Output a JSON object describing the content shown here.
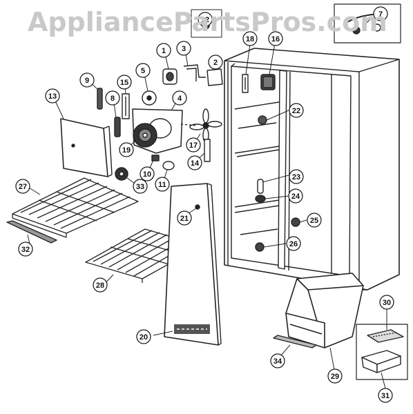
{
  "watermark": "AppliancePartsPros.com",
  "callouts": [
    {
      "id": "c1",
      "label": "1"
    },
    {
      "id": "c2",
      "label": "2"
    },
    {
      "id": "c3",
      "label": "3"
    },
    {
      "id": "c4",
      "label": "4"
    },
    {
      "id": "c5",
      "label": "5"
    },
    {
      "id": "c7",
      "label": "7"
    },
    {
      "id": "c8",
      "label": "8"
    },
    {
      "id": "c9",
      "label": "9"
    },
    {
      "id": "c10",
      "label": "10"
    },
    {
      "id": "c11",
      "label": "11"
    },
    {
      "id": "c12",
      "label": "12"
    },
    {
      "id": "c13",
      "label": "13"
    },
    {
      "id": "c14",
      "label": "14"
    },
    {
      "id": "c15",
      "label": "15"
    },
    {
      "id": "c16",
      "label": "16"
    },
    {
      "id": "c17",
      "label": "17"
    },
    {
      "id": "c18",
      "label": "18"
    },
    {
      "id": "c19",
      "label": "19"
    },
    {
      "id": "c20",
      "label": "20"
    },
    {
      "id": "c21",
      "label": "21"
    },
    {
      "id": "c22",
      "label": "22"
    },
    {
      "id": "c23",
      "label": "23"
    },
    {
      "id": "c24",
      "label": "24"
    },
    {
      "id": "c25",
      "label": "25"
    },
    {
      "id": "c26",
      "label": "26"
    },
    {
      "id": "c27",
      "label": "27"
    },
    {
      "id": "c28",
      "label": "28"
    },
    {
      "id": "c29",
      "label": "29"
    },
    {
      "id": "c30",
      "label": "30"
    },
    {
      "id": "c31",
      "label": "31"
    },
    {
      "id": "c32",
      "label": "32"
    },
    {
      "id": "c33",
      "label": "33"
    },
    {
      "id": "c34",
      "label": "34"
    }
  ]
}
